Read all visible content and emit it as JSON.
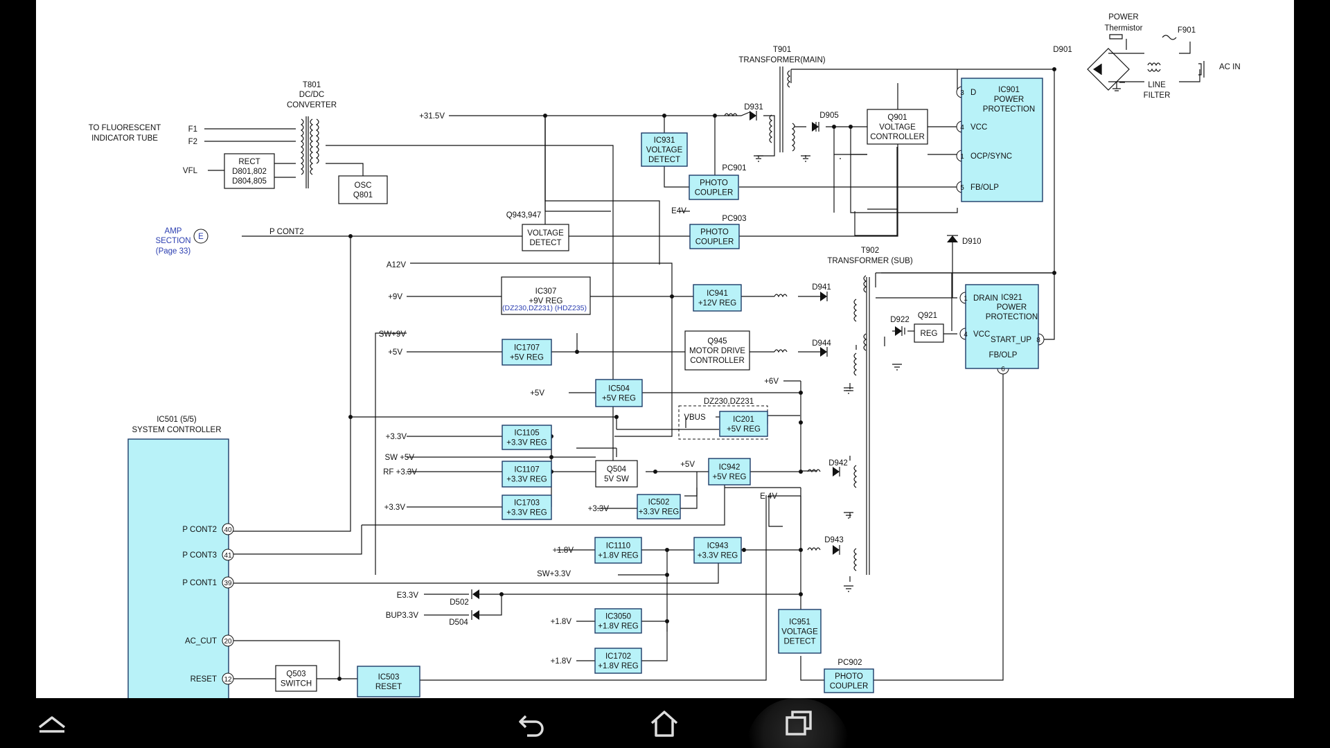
{
  "blocks": [
    {
      "id": "t801-osc",
      "lines": [
        "OSC",
        "Q801"
      ],
      "style": "white"
    },
    {
      "id": "rect",
      "lines": [
        "RECT",
        "D801,802",
        "D804,805"
      ],
      "style": "white"
    },
    {
      "id": "ic931",
      "lines": [
        "IC931",
        "VOLTAGE",
        "DETECT"
      ],
      "style": "blue"
    },
    {
      "id": "pc901",
      "lines": [
        "PHOTO",
        "COUPLER"
      ],
      "style": "blue"
    },
    {
      "id": "q901",
      "lines": [
        "Q901",
        "VOLTAGE",
        "CONTROLLER"
      ],
      "style": "white"
    },
    {
      "id": "ic901",
      "lines": [
        "IC901",
        "POWER",
        "PROTECTION"
      ],
      "style": "blue"
    },
    {
      "id": "q943-vd",
      "lines": [
        "VOLTAGE",
        "DETECT"
      ],
      "style": "white"
    },
    {
      "id": "pc903",
      "lines": [
        "PHOTO",
        "COUPLER"
      ],
      "style": "blue"
    },
    {
      "id": "ic307",
      "lines": [
        "IC307",
        "+9V REG"
      ],
      "style": "white"
    },
    {
      "id": "ic941",
      "lines": [
        "IC941",
        "+12V REG"
      ],
      "style": "blue"
    },
    {
      "id": "ic1707",
      "lines": [
        "IC1707",
        "+5V REG"
      ],
      "style": "blue"
    },
    {
      "id": "q945",
      "lines": [
        "Q945",
        "MOTOR DRIVE",
        "CONTROLLER"
      ],
      "style": "white"
    },
    {
      "id": "ic504",
      "lines": [
        "IC504",
        "+5V REG"
      ],
      "style": "blue"
    },
    {
      "id": "ic201",
      "lines": [
        "IC201",
        "+5V REG"
      ],
      "style": "blue"
    },
    {
      "id": "ic1105",
      "lines": [
        "IC1105",
        "+3.3V REG"
      ],
      "style": "blue"
    },
    {
      "id": "ic1107",
      "lines": [
        "IC1107",
        "+3.3V REG"
      ],
      "style": "blue"
    },
    {
      "id": "q504",
      "lines": [
        "Q504",
        "5V SW"
      ],
      "style": "white"
    },
    {
      "id": "ic942",
      "lines": [
        "IC942",
        "+5V REG"
      ],
      "style": "blue"
    },
    {
      "id": "ic1703",
      "lines": [
        "IC1703",
        "+3.3V REG"
      ],
      "style": "blue"
    },
    {
      "id": "ic502",
      "lines": [
        "IC502",
        "+3.3V REG"
      ],
      "style": "blue"
    },
    {
      "id": "ic1110",
      "lines": [
        "IC1110",
        "+1.8V REG"
      ],
      "style": "blue"
    },
    {
      "id": "ic943",
      "lines": [
        "IC943",
        "+3.3V REG"
      ],
      "style": "blue"
    },
    {
      "id": "ic3050",
      "lines": [
        "IC3050",
        "+1.8V REG"
      ],
      "style": "blue"
    },
    {
      "id": "ic1702",
      "lines": [
        "IC1702",
        "+1.8V REG"
      ],
      "style": "blue"
    },
    {
      "id": "ic951",
      "lines": [
        "IC951",
        "VOLTAGE",
        "DETECT"
      ],
      "style": "blue"
    },
    {
      "id": "pc902",
      "lines": [
        "PHOTO",
        "COUPLER"
      ],
      "style": "blue"
    },
    {
      "id": "q503",
      "lines": [
        "Q503",
        "SWITCH"
      ],
      "style": "white"
    },
    {
      "id": "ic503",
      "lines": [
        "IC503",
        "RESET"
      ],
      "style": "blue"
    },
    {
      "id": "q921-reg",
      "lines": [
        "REG"
      ],
      "style": "white"
    },
    {
      "id": "ic921",
      "lines": [
        "IC921",
        "POWER",
        "PROTECTION"
      ],
      "style": "blue"
    }
  ],
  "ic307_note": "(DZ230,DZ231)  (HDZ235)",
  "labels": {
    "t801": [
      "T801",
      "DC/DC",
      "CONVERTER"
    ],
    "t901": [
      "T901",
      "TRANSFORMER(MAIN)"
    ],
    "t902": [
      "T902",
      "TRANSFORMER (SUB)"
    ],
    "power_thermistor": [
      "POWER",
      "Thermistor"
    ],
    "f901": "F901",
    "line_filter": [
      "LINE",
      "FILTER"
    ],
    "ac_in": "AC IN",
    "d901": "D901",
    "to_fluorescent": [
      "TO FLUORESCENT",
      "INDICATOR TUBE"
    ],
    "f1": "F1",
    "f2": "F2",
    "vfl": "VFL",
    "amp_section": [
      "AMP",
      "SECTION",
      "(Page 33)"
    ],
    "amp_circle": "E",
    "p_cont2_line": "P CONT2",
    "v31_5": "+31.5V",
    "d931": "D931",
    "d905": "D905",
    "pc901_ref": "PC901",
    "pc903_ref": "PC903",
    "e4v_top": "E4V",
    "q943_947": "Q943,947",
    "d910": "D910",
    "a12v": "A12V",
    "plus9v": "+9V",
    "d941": "D941",
    "sw9v": "SW+9V",
    "plus5v_a": "+5V",
    "d944": "D944",
    "plus6v": "+6V",
    "plus5v_b": "+5V",
    "dz230": "DZ230,DZ231",
    "vbus": "VBUS",
    "plus33_a": "+3.3V",
    "sw5v": "SW +5V",
    "rf33": "RF +3.3V",
    "plus5v_c": "+5V",
    "d942": "D942",
    "e4v_mid": "E 4V",
    "plus33_b": "+3.3V",
    "plus33_c": "+3.3V",
    "plus18_a": "+1.8V",
    "d943": "D943",
    "sw33": "SW+3.3V",
    "e33": "E3.3V",
    "d502": "D502",
    "bup33": "BUP3.3V",
    "d504": "D504",
    "plus18_b": "+1.8V",
    "plus18_c": "+1.8V",
    "pc902_ref": "PC902",
    "d922": "D922",
    "q921": "Q921",
    "ic501_title": [
      "IC501 (5/5)",
      "SYSTEM CONTROLLER"
    ]
  },
  "ic901_pins": [
    {
      "num": "3",
      "name": "D"
    },
    {
      "num": "4",
      "name": "VCC"
    },
    {
      "num": "1",
      "name": "OCP/SYNC"
    },
    {
      "num": "5",
      "name": "FB/OLP"
    }
  ],
  "ic921_pins": [
    {
      "num": "1",
      "name": "DRAIN"
    },
    {
      "num": "4",
      "name": "VCC"
    },
    {
      "num": "8",
      "name": "START_UP"
    },
    {
      "num": "6",
      "name": "FB/OLP"
    }
  ],
  "ic501_pins": [
    {
      "num": "40",
      "name": "P CONT2"
    },
    {
      "num": "41",
      "name": "P CONT3"
    },
    {
      "num": "39",
      "name": "P CONT1"
    },
    {
      "num": "20",
      "name": "AC_CUT"
    },
    {
      "num": "12",
      "name": "RESET"
    }
  ],
  "navbar": {
    "collapse": "chevron-up-icon",
    "back": "back-arrow-icon",
    "home": "home-icon",
    "recents": "recent-apps-icon"
  }
}
